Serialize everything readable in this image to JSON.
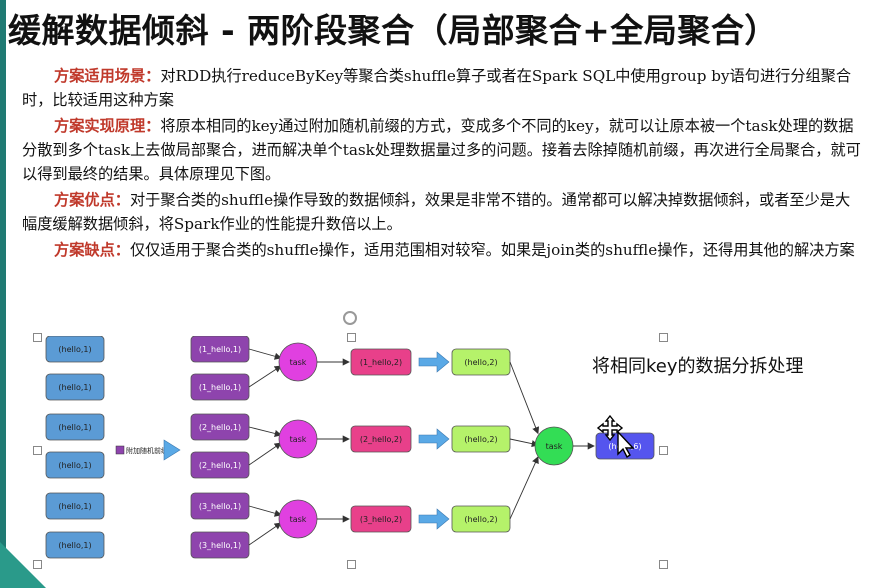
{
  "title": "缓解数据倾斜 - 两阶段聚合（局部聚合+全局聚合）",
  "sections": [
    {
      "label": "方案适用场景：",
      "text": "对RDD执行reduceByKey等聚合类shuffle算子或者在Spark SQL中使用group by语句进行分组聚合时，比较适用这种方案"
    },
    {
      "label": "方案实现原理：",
      "text": "将原本相同的key通过附加随机前缀的方式，变成多个不同的key，就可以让原本被一个task处理的数据分散到多个task上去做局部聚合，进而解决单个task处理数据量过多的问题。接着去除掉随机前缀，再次进行全局聚合，就可以得到最终的结果。具体原理见下图。"
    },
    {
      "label": "方案优点：",
      "text": "对于聚合类的shuffle操作导致的数据倾斜，效果是非常不错的。通常都可以解决掉数据倾斜，或者至少是大幅度缓解数据倾斜，将Spark作业的性能提升数倍以上。"
    },
    {
      "label": "方案缺点：",
      "text": "仅仅适用于聚合类的shuffle操作，适用范围相对较窄。如果是join类的shuffle操作，还得用其他的解决方案"
    }
  ],
  "diagram": {
    "note": "将相同key的数据分拆处理",
    "inputs": [
      "(hello,1)",
      "(hello,1)",
      "(hello,1)",
      "(hello,1)",
      "(hello,1)",
      "(hello,1)"
    ],
    "prefix_label": "附加随机前缀",
    "prefixed": [
      "(1_hello,1)",
      "(1_hello,1)",
      "(2_hello,1)",
      "(2_hello,1)",
      "(3_hello,1)",
      "(3_hello,1)"
    ],
    "task_label": "task",
    "partials": [
      "(1_hello,2)",
      "(2_hello,2)",
      "(3_hello,2)"
    ],
    "stripped": [
      "(hello,2)",
      "(hello,2)",
      "(hello,2)"
    ],
    "final": "(hello,6)",
    "colors": {
      "input": "#5b9bd5",
      "prefixed": "#8e44ad",
      "task": "#e040e0",
      "partial": "#e8408a",
      "stripped": "#b5f26a",
      "final_task": "#33dd55",
      "final": "#5555ee",
      "arrow_fill": "#5aa9e6"
    }
  }
}
